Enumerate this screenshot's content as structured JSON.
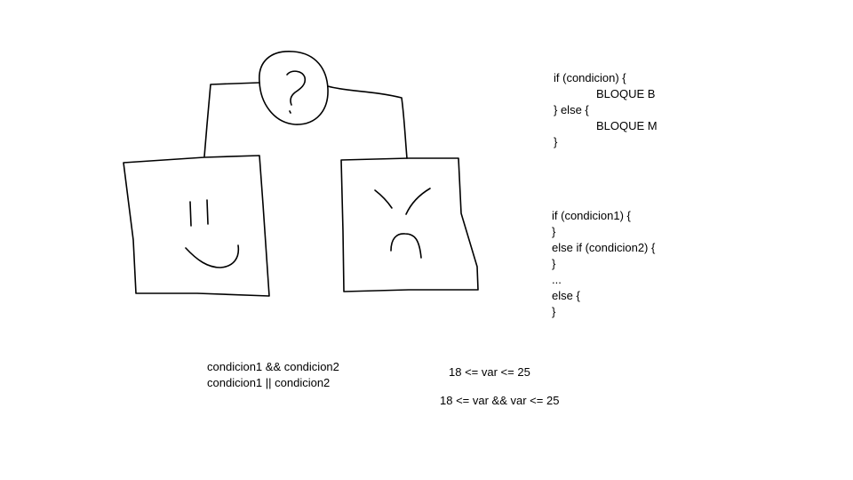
{
  "if_else_example": {
    "lines": [
      "if (condicion) {",
      "BLOQUE B",
      "} else {",
      "BLOQUE M",
      "}"
    ]
  },
  "else_if_chain": {
    "lines": [
      "if (condicion1) {",
      "}",
      "else if (condicion2) {",
      "}",
      "...",
      "else {",
      "}"
    ]
  },
  "logical_operators": {
    "and_expression": "condicion1 && condicion2",
    "or_expression": "condicion1 || condicion2"
  },
  "range_examples": {
    "math_notation": "18 <= var <= 25",
    "code_notation": "18 <= var && var <= 25"
  },
  "drawing": {
    "question_mark": "?",
    "stroke_color": "#000000"
  }
}
